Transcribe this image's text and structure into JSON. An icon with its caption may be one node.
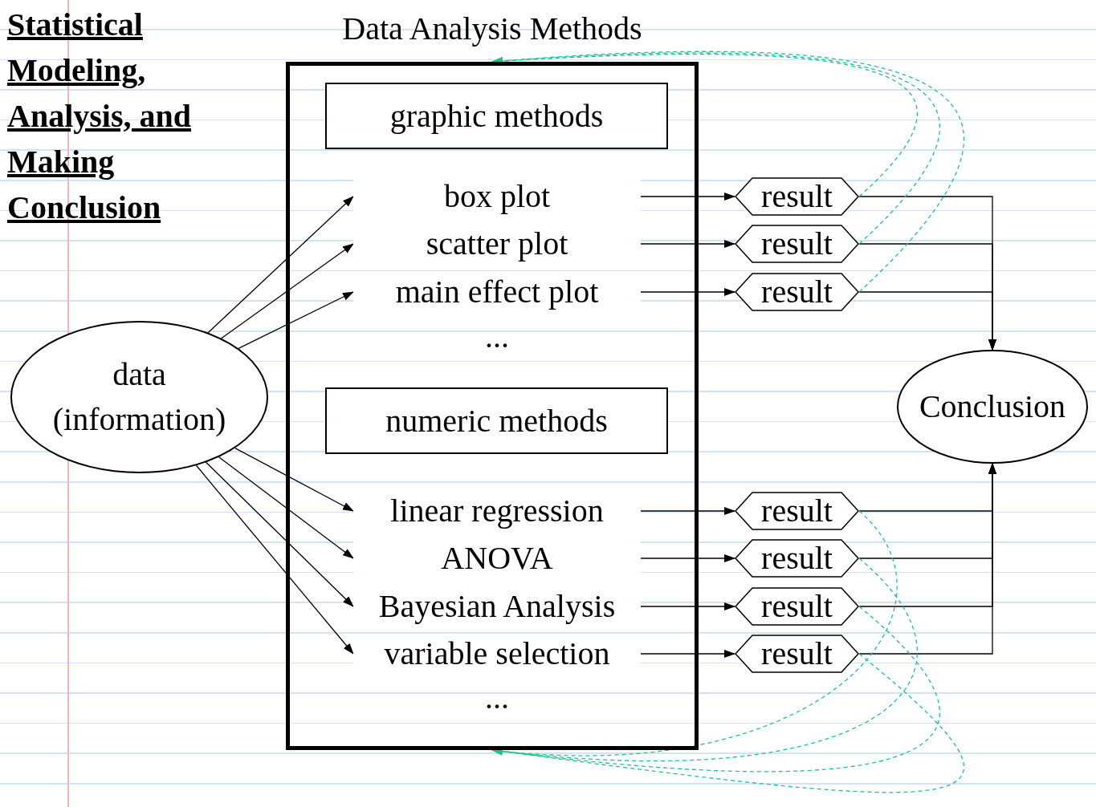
{
  "diagram": {
    "title": "Statistical Modeling, Analysis, and Making Conclusion",
    "nodes": [
      {
        "text": [
          "Data Analysis Methods"
        ]
      },
      {
        "text": [
          "graphic methods"
        ],
        "in": 0
      },
      {
        "text": [
          "box plot"
        ],
        "in": 0
      },
      {
        "text": [
          "scatter plot"
        ],
        "in": 0
      },
      {
        "text": [
          "main effect plot"
        ],
        "in": 0
      },
      {
        "text": [
          "numeric methods"
        ],
        "in": 0
      },
      {
        "text": [
          "linear regression"
        ],
        "in": 0
      },
      {
        "text": [
          "ANOVA"
        ],
        "in": 0
      },
      {
        "text": [
          "Bayesian Analysis"
        ],
        "in": 0
      },
      {
        "text": [
          "variable selection"
        ],
        "in": 0
      },
      {
        "text": [
          "data (information)"
        ]
      },
      {
        "text": [
          "result"
        ]
      },
      {
        "text": [
          "result"
        ]
      },
      {
        "text": [
          "result"
        ]
      },
      {
        "text": [
          "result"
        ]
      },
      {
        "text": [
          "result"
        ]
      },
      {
        "text": [
          "result"
        ]
      },
      {
        "text": [
          "result"
        ]
      },
      {
        "text": [
          "Conclusion"
        ]
      }
    ],
    "edges": [
      {
        "from": 10,
        "to": 2,
        "arrow": "to"
      },
      {
        "from": 10,
        "to": 3,
        "arrow": "to"
      },
      {
        "from": 10,
        "to": 4,
        "arrow": "to"
      },
      {
        "from": 10,
        "to": 6,
        "arrow": "to"
      },
      {
        "from": 10,
        "to": 7,
        "arrow": "to"
      },
      {
        "from": 10,
        "to": 8,
        "arrow": "to"
      },
      {
        "from": 10,
        "to": 9,
        "arrow": "to"
      },
      {
        "from": 2,
        "to": 11,
        "arrow": "to"
      },
      {
        "from": 3,
        "to": 12,
        "arrow": "to"
      },
      {
        "from": 4,
        "to": 13,
        "arrow": "to"
      },
      {
        "from": 6,
        "to": 14,
        "arrow": "to"
      },
      {
        "from": 7,
        "to": 15,
        "arrow": "to"
      },
      {
        "from": 8,
        "to": 16,
        "arrow": "to"
      },
      {
        "from": 9,
        "to": 17,
        "arrow": "to"
      },
      {
        "from": 11,
        "to": 18,
        "arrow": "to"
      },
      {
        "from": 12,
        "to": 18,
        "arrow": "to"
      },
      {
        "from": 13,
        "to": 18,
        "arrow": "to"
      },
      {
        "from": 14,
        "to": 18,
        "arrow": "to"
      },
      {
        "from": 15,
        "to": 18,
        "arrow": "to"
      },
      {
        "from": 16,
        "to": 18,
        "arrow": "to"
      },
      {
        "from": 17,
        "to": 18,
        "arrow": "to"
      },
      {
        "from": 11,
        "to": 0,
        "arrow": "to",
        "style": "dashed",
        "color": "#1fc48c"
      },
      {
        "from": 12,
        "to": 0,
        "arrow": "to",
        "style": "dashed",
        "color": "#1fc48c"
      },
      {
        "from": 13,
        "to": 0,
        "arrow": "to",
        "style": "dashed",
        "color": "#1fc48c"
      },
      {
        "from": 14,
        "to": 0,
        "arrow": "to",
        "style": "dashed",
        "color": "#1fc48c"
      },
      {
        "from": 15,
        "to": 0,
        "arrow": "to",
        "style": "dashed",
        "color": "#1fc48c"
      },
      {
        "from": 16,
        "to": 0,
        "arrow": "to",
        "style": "dashed",
        "color": "#1fc48c"
      },
      {
        "from": 17,
        "to": 0,
        "arrow": "to",
        "style": "dashed",
        "color": "#1fc48c"
      }
    ],
    "labels": [
      "...",
      "..."
    ]
  }
}
